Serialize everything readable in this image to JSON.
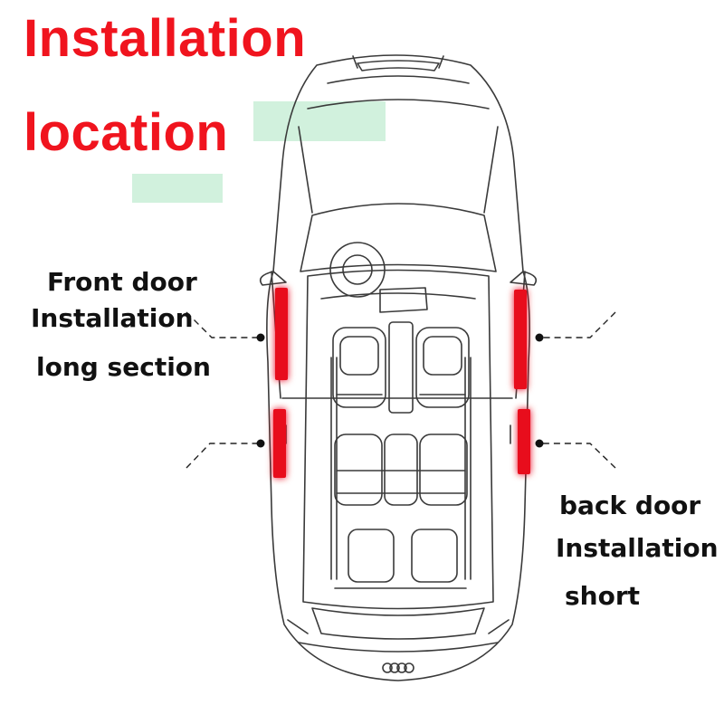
{
  "title": {
    "line1": "Installation",
    "line2": "location"
  },
  "labels": {
    "front": {
      "line1": "Front door",
      "line2": "Installation",
      "line3": "long section"
    },
    "back": {
      "line1": "back door",
      "line2": "Installation",
      "line3": "short"
    }
  },
  "colors": {
    "title": "#f0141e",
    "strip": "#e8101a",
    "strip_glow": "#ff8a8a",
    "outline": "#3a3a3a",
    "band": "#c9efd7"
  }
}
